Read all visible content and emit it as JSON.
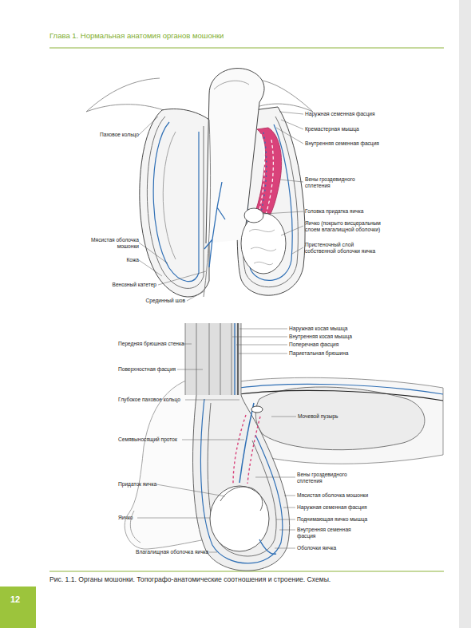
{
  "diagram": {
    "title": "Глава 1. Нормальная анатомия органов мошонки",
    "caption": "Рис. 1.1. Органы мошонки. Топографо-анатомические соотношения и строение. Схемы.",
    "nodes": [
      {
        "text": [
          "12"
        ]
      }
    ],
    "labels": [
      "Паховое кольцо",
      "Наружная семенная фасция",
      "Кремастерная мышца",
      "Внутренняя семенная фасция",
      "Вены гроздевидного сплетения",
      "Головка придатка яичка",
      "Яичко (покрыто висцеральным слоем влагалищной оболочки)",
      "Мясистая оболочка мошонки",
      "Пристеночный слой собственной оболочки яичка",
      "Кожа",
      "Венозный катетер",
      "Срединный шов",
      "Наружная косая мышца",
      "Внутренняя косая мышца",
      "Поперечная фасция",
      "Париетальная брюшина",
      "Передняя брюшная стенка",
      "Поверхностная фасция",
      "Глубокое паховое кольцо",
      "Мочевой пузырь",
      "Семявыносящий проток",
      "Вены гроздевидного сплетения",
      "Придаток яичка",
      "Мясистая оболочка мошонки",
      "Наружная семенная фасция",
      "Яичко",
      "Поднимающая яичко мышца",
      "Внутренняя семенная фасция",
      "Оболочки яичка",
      "Влагалищная оболочка яичка"
    ]
  }
}
